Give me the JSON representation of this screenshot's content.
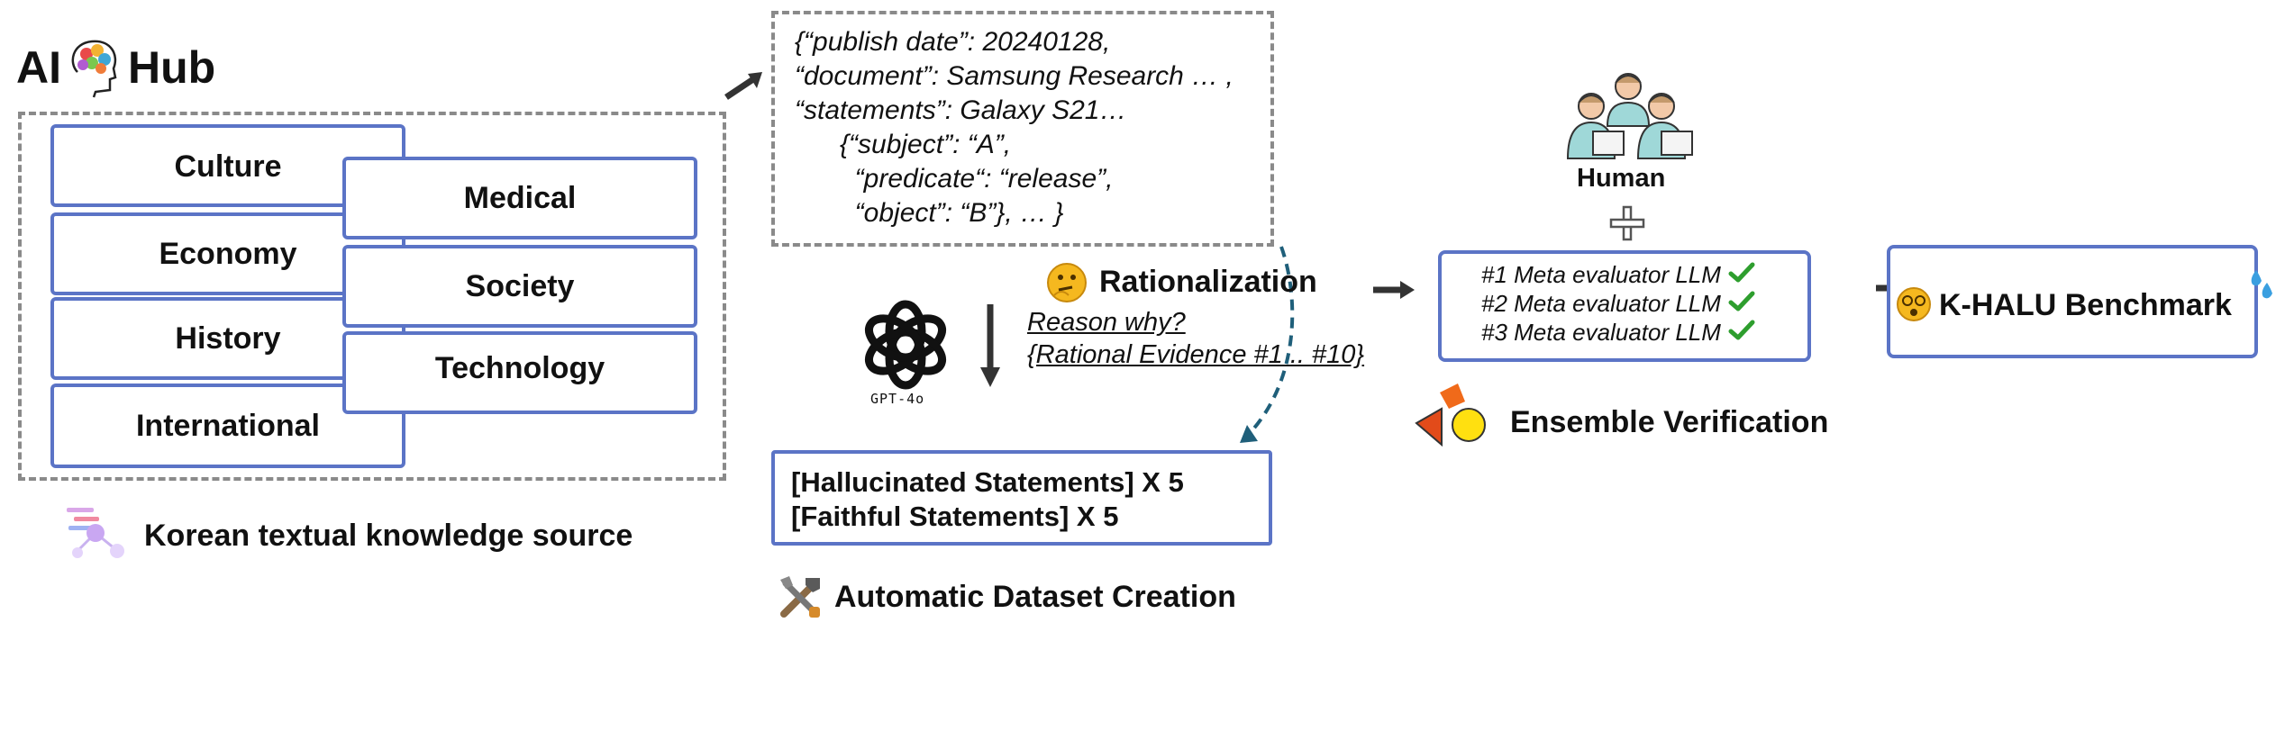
{
  "source": {
    "logo_left": "AI",
    "logo_right": "Hub",
    "categories_left": [
      "Culture",
      "Economy",
      "History",
      "International"
    ],
    "categories_right": [
      "Medical",
      "Society",
      "Technology"
    ],
    "caption": "Korean textual knowledge source"
  },
  "json_doc": {
    "lines": [
      "{“publish date”: 20240128,",
      "“document”: Samsung Research … ,",
      "“statements”: Galaxy S21…",
      "      {“subject”: “A”,",
      "        “predicate“: “release”,",
      "        “object”: “B”}, … }"
    ]
  },
  "model": {
    "name": "GPT-4o"
  },
  "rationalization": {
    "title": "Rationalization",
    "line1": "Reason why?",
    "line2": "{Rational Evidence #1 .. #10}"
  },
  "output_box": {
    "line1": "[Hallucinated Statements] X 5",
    "line2": "[Faithful Statements] X 5"
  },
  "dataset_caption": "Automatic Dataset Creation",
  "human": {
    "label": "Human",
    "plus": "+"
  },
  "evaluators": {
    "items": [
      "#1 Meta evaluator LLM",
      "#2 Meta evaluator LLM",
      "#3 Meta evaluator LLM"
    ]
  },
  "ensemble_caption": "Ensemble Verification",
  "benchmark": {
    "label": "K-HALU Benchmark"
  },
  "colors": {
    "accent_blue": "#5b74c6",
    "dash_gray": "#8a8a8a",
    "arrow": "#333333",
    "check": "#2e9e2e",
    "teal_dash": "#1f5f7a"
  }
}
